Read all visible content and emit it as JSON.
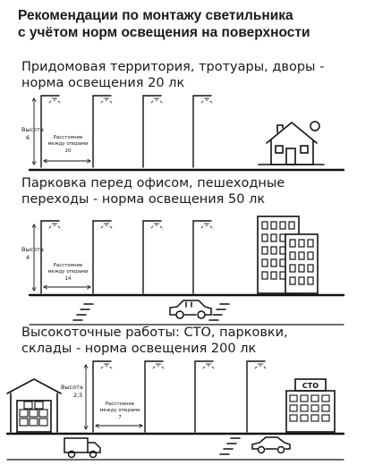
{
  "title": {
    "line1": "Рекомендации по монтажу светильника",
    "line2": "с учётом норм освещения на поверхности"
  },
  "sections": [
    {
      "heading_line1": "Придомовая территория, тротуары, дворы -",
      "heading_line2": "норма освещения 20 лк",
      "height_label": "Высота",
      "height_value": "6",
      "spacing_label_line1": "Расстояние",
      "spacing_label_line2": "между опорами",
      "spacing_value": "20"
    },
    {
      "heading_line1": "Парковка перед офисом, пешеходные",
      "heading_line2": "переходы - норма освещения 50 лк",
      "height_label": "Высота",
      "height_value": "4",
      "spacing_label_line1": "Расстояние",
      "spacing_label_line2": "между опорами",
      "spacing_value": "14"
    },
    {
      "heading_line1": "Высокоточные работы: СТО, парковки,",
      "heading_line2": "склады - норма освещения 200 лк",
      "height_label": "Высота",
      "height_value": "2,5",
      "spacing_label_line1": "Расстояние",
      "spacing_label_line2": "между опорами",
      "spacing_value": "7",
      "sign_text": "СТО"
    }
  ],
  "icons": {
    "sun": "sun-icon",
    "house": "house-icon",
    "office": "office-building-icon",
    "warehouse": "warehouse-icon",
    "car": "car-icon",
    "truck": "truck-icon",
    "crosswalk": "crosswalk-icon",
    "service_station": "service-station-icon"
  },
  "colors": {
    "ink": "#111111",
    "ground": "#1a1a1a",
    "background": "#ffffff"
  }
}
